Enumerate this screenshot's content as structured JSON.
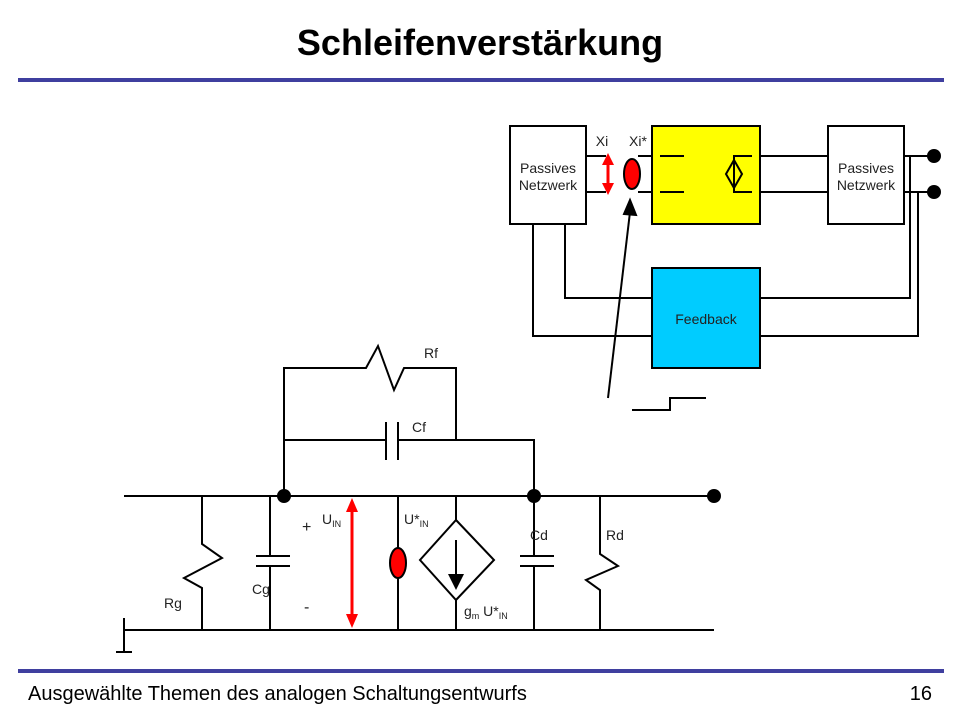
{
  "slide": {
    "title": "Schleifenverstärkung",
    "footer_left": "Ausgewählte Themen des analogen Schaltungsentwurfs",
    "page_number": "16"
  },
  "block_diagram": {
    "input_network_label": [
      "Passives",
      "Netzwerk"
    ],
    "output_network_label": [
      "Passives",
      "Netzwerk"
    ],
    "feedback_label": "Feedback",
    "xi_label": "Xi",
    "xi_star_label": "Xi*",
    "amplifier_color": "#ffff00",
    "feedback_color": "#00ccff",
    "break_marker_color": "#ff0000"
  },
  "circuit": {
    "rf_label": "Rf",
    "cf_label": "Cf",
    "rg_label": "Rg",
    "cg_label": "Cg",
    "cd_label": "Cd",
    "rd_label": "Rd",
    "plus_label": "+",
    "minus_label": "-",
    "uin_main": "U",
    "uin_sub": "IN",
    "uin_star_main": "U*",
    "uin_star_sub": "IN",
    "gm_g": "g",
    "gm_m": "m",
    "gm_u": " U*",
    "gm_sub": "IN"
  }
}
